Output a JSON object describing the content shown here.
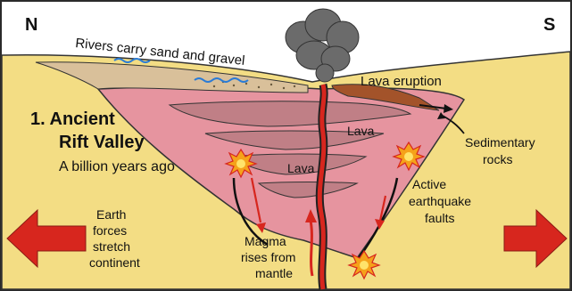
{
  "compass": {
    "north": "N",
    "south": "S"
  },
  "title": {
    "number_line": "1. Ancient",
    "second_line": "Rift Valley",
    "subtitle": "A billion years ago"
  },
  "labels": {
    "rivers": "Rivers carry sand and gravel",
    "lava_eruption": "Lava eruption",
    "lava_upper": "Lava",
    "lava_lower": "Lava",
    "sedimentary": [
      "Sedimentary",
      "rocks"
    ],
    "faults": [
      "Active",
      "earthquake",
      "faults"
    ],
    "magma": [
      "Magma",
      "rises from",
      "mantle"
    ],
    "forces": [
      "Earth",
      "forces",
      "stretch",
      "continent"
    ]
  },
  "colors": {
    "sky": "#ffffff",
    "crust": "#f3dd84",
    "rift_fill": "#e6949f",
    "lava_pockets": "#c07f86",
    "sediment": "#d9c09a",
    "lava_flow": "#a3532a",
    "arrow_red": "#d7261e",
    "smoke": "#6b6b6b",
    "water": "#2a7bd6"
  },
  "icons": [
    "volcano-smoke-icon",
    "earthquake-burst-icon",
    "left-arrow-icon",
    "right-arrow-icon"
  ]
}
